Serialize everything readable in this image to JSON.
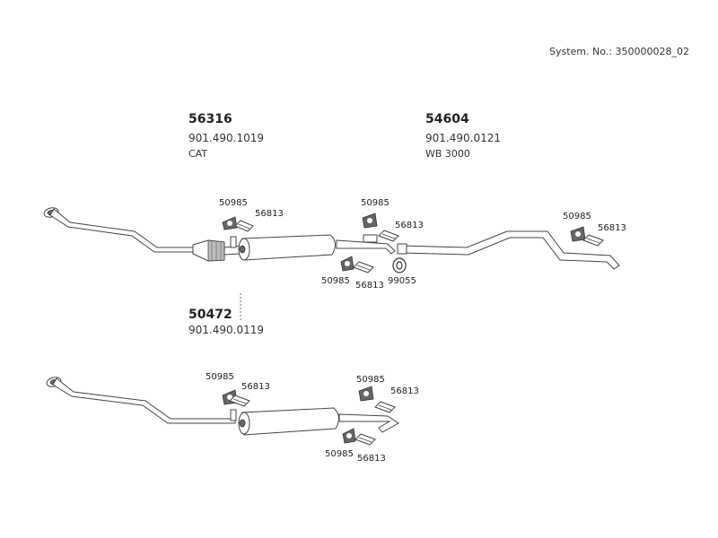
{
  "header": {
    "system_number": "System. No.: 350000028_02"
  },
  "groups": {
    "upper_cat": {
      "part": "56316",
      "oem": "901.490.1019",
      "desc": "CAT"
    },
    "upper_rear": {
      "part": "54604",
      "oem": "901.490.0121",
      "desc": "WB 3000"
    },
    "lower": {
      "part": "50472",
      "oem": "901.490.0119"
    }
  },
  "hardware": {
    "rubber_mount": "50985",
    "bracket": "56813",
    "clamp": "99055"
  }
}
